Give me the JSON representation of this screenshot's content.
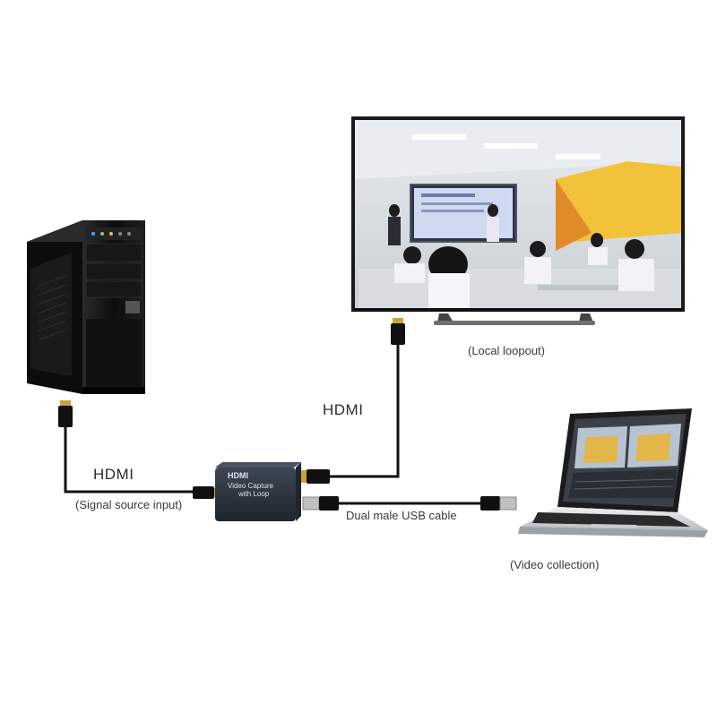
{
  "labels": {
    "hdmi_left": "HDMI",
    "signal_source": "(Signal source input)",
    "hdmi_top": "HDMI",
    "local_loopout": "(Local loopout)",
    "usb_cable": "Dual male USB cable",
    "video_collection": "(Video collection)"
  },
  "device": {
    "brand": "HDMI",
    "line1": "Video  Capture",
    "line2": "with Loop"
  },
  "colors": {
    "cable": "#111111",
    "device_body": "#2e3540",
    "hdmi_connector": "#c9a23a",
    "usb_connector": "#bdbdbd",
    "tower": "#151515",
    "tv_frame": "#1a1a1a",
    "laptop_silver": "#d4d6d9"
  },
  "icons": [
    "pc-tower-icon",
    "tv-monitor-icon",
    "capture-card-icon",
    "laptop-icon",
    "hdmi-plug-icon",
    "usb-plug-icon"
  ]
}
